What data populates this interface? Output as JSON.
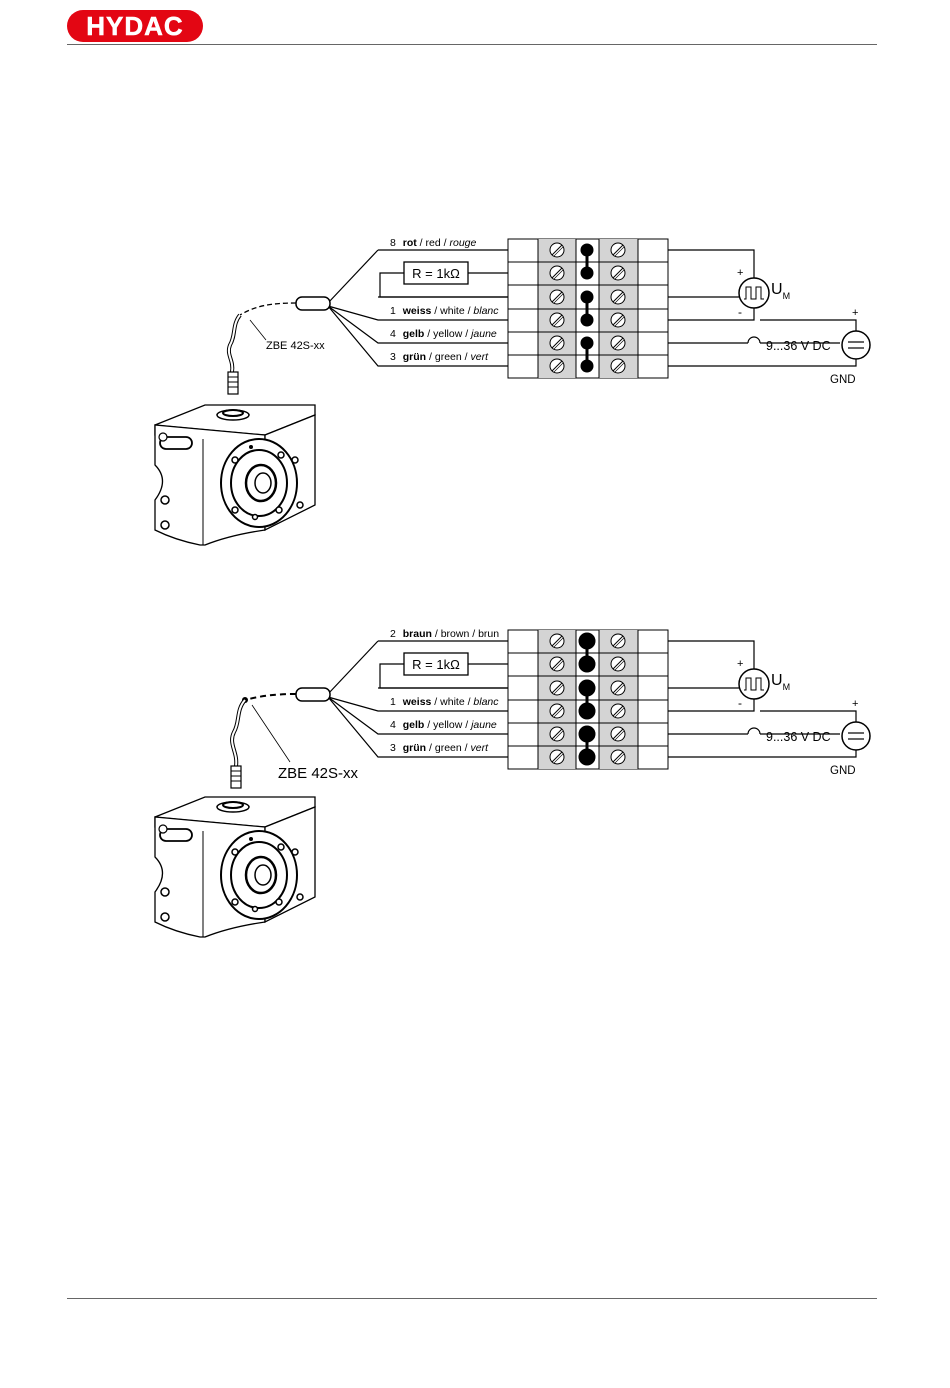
{
  "header": {
    "logo_text": "HYDAC"
  },
  "diagrams": [
    {
      "cable_label": "ZBE 42S-xx",
      "resistor": "R = 1kΩ",
      "wires": [
        {
          "num": "8",
          "de": "rot",
          "en": "red",
          "fr": "rouge"
        },
        {
          "num": "1",
          "de": "weiss",
          "en": "white",
          "fr": "blanc"
        },
        {
          "num": "4",
          "de": "gelb",
          "en": "yellow",
          "fr": "jaune"
        },
        {
          "num": "3",
          "de": "grün",
          "en": "green",
          "fr": "vert"
        }
      ],
      "meter": {
        "label": "U",
        "sub": "M",
        "plus": "+",
        "minus": "-"
      },
      "supply": {
        "label": "9...36 V DC",
        "plus": "+",
        "gnd": "GND"
      }
    },
    {
      "cable_label": "ZBE 42S-xx",
      "resistor": "R = 1kΩ",
      "wires": [
        {
          "num": "2",
          "de": "braun",
          "en": "brown",
          "fr": "brun"
        },
        {
          "num": "1",
          "de": "weiss",
          "en": "white",
          "fr": "blanc"
        },
        {
          "num": "4",
          "de": "gelb",
          "en": "yellow",
          "fr": "jaune"
        },
        {
          "num": "3",
          "de": "grün",
          "en": "green",
          "fr": "vert"
        }
      ],
      "meter": {
        "label": "U",
        "sub": "M",
        "plus": "+",
        "minus": "-"
      },
      "supply": {
        "label": "9...36 V DC",
        "plus": "+",
        "gnd": "GND"
      }
    }
  ]
}
